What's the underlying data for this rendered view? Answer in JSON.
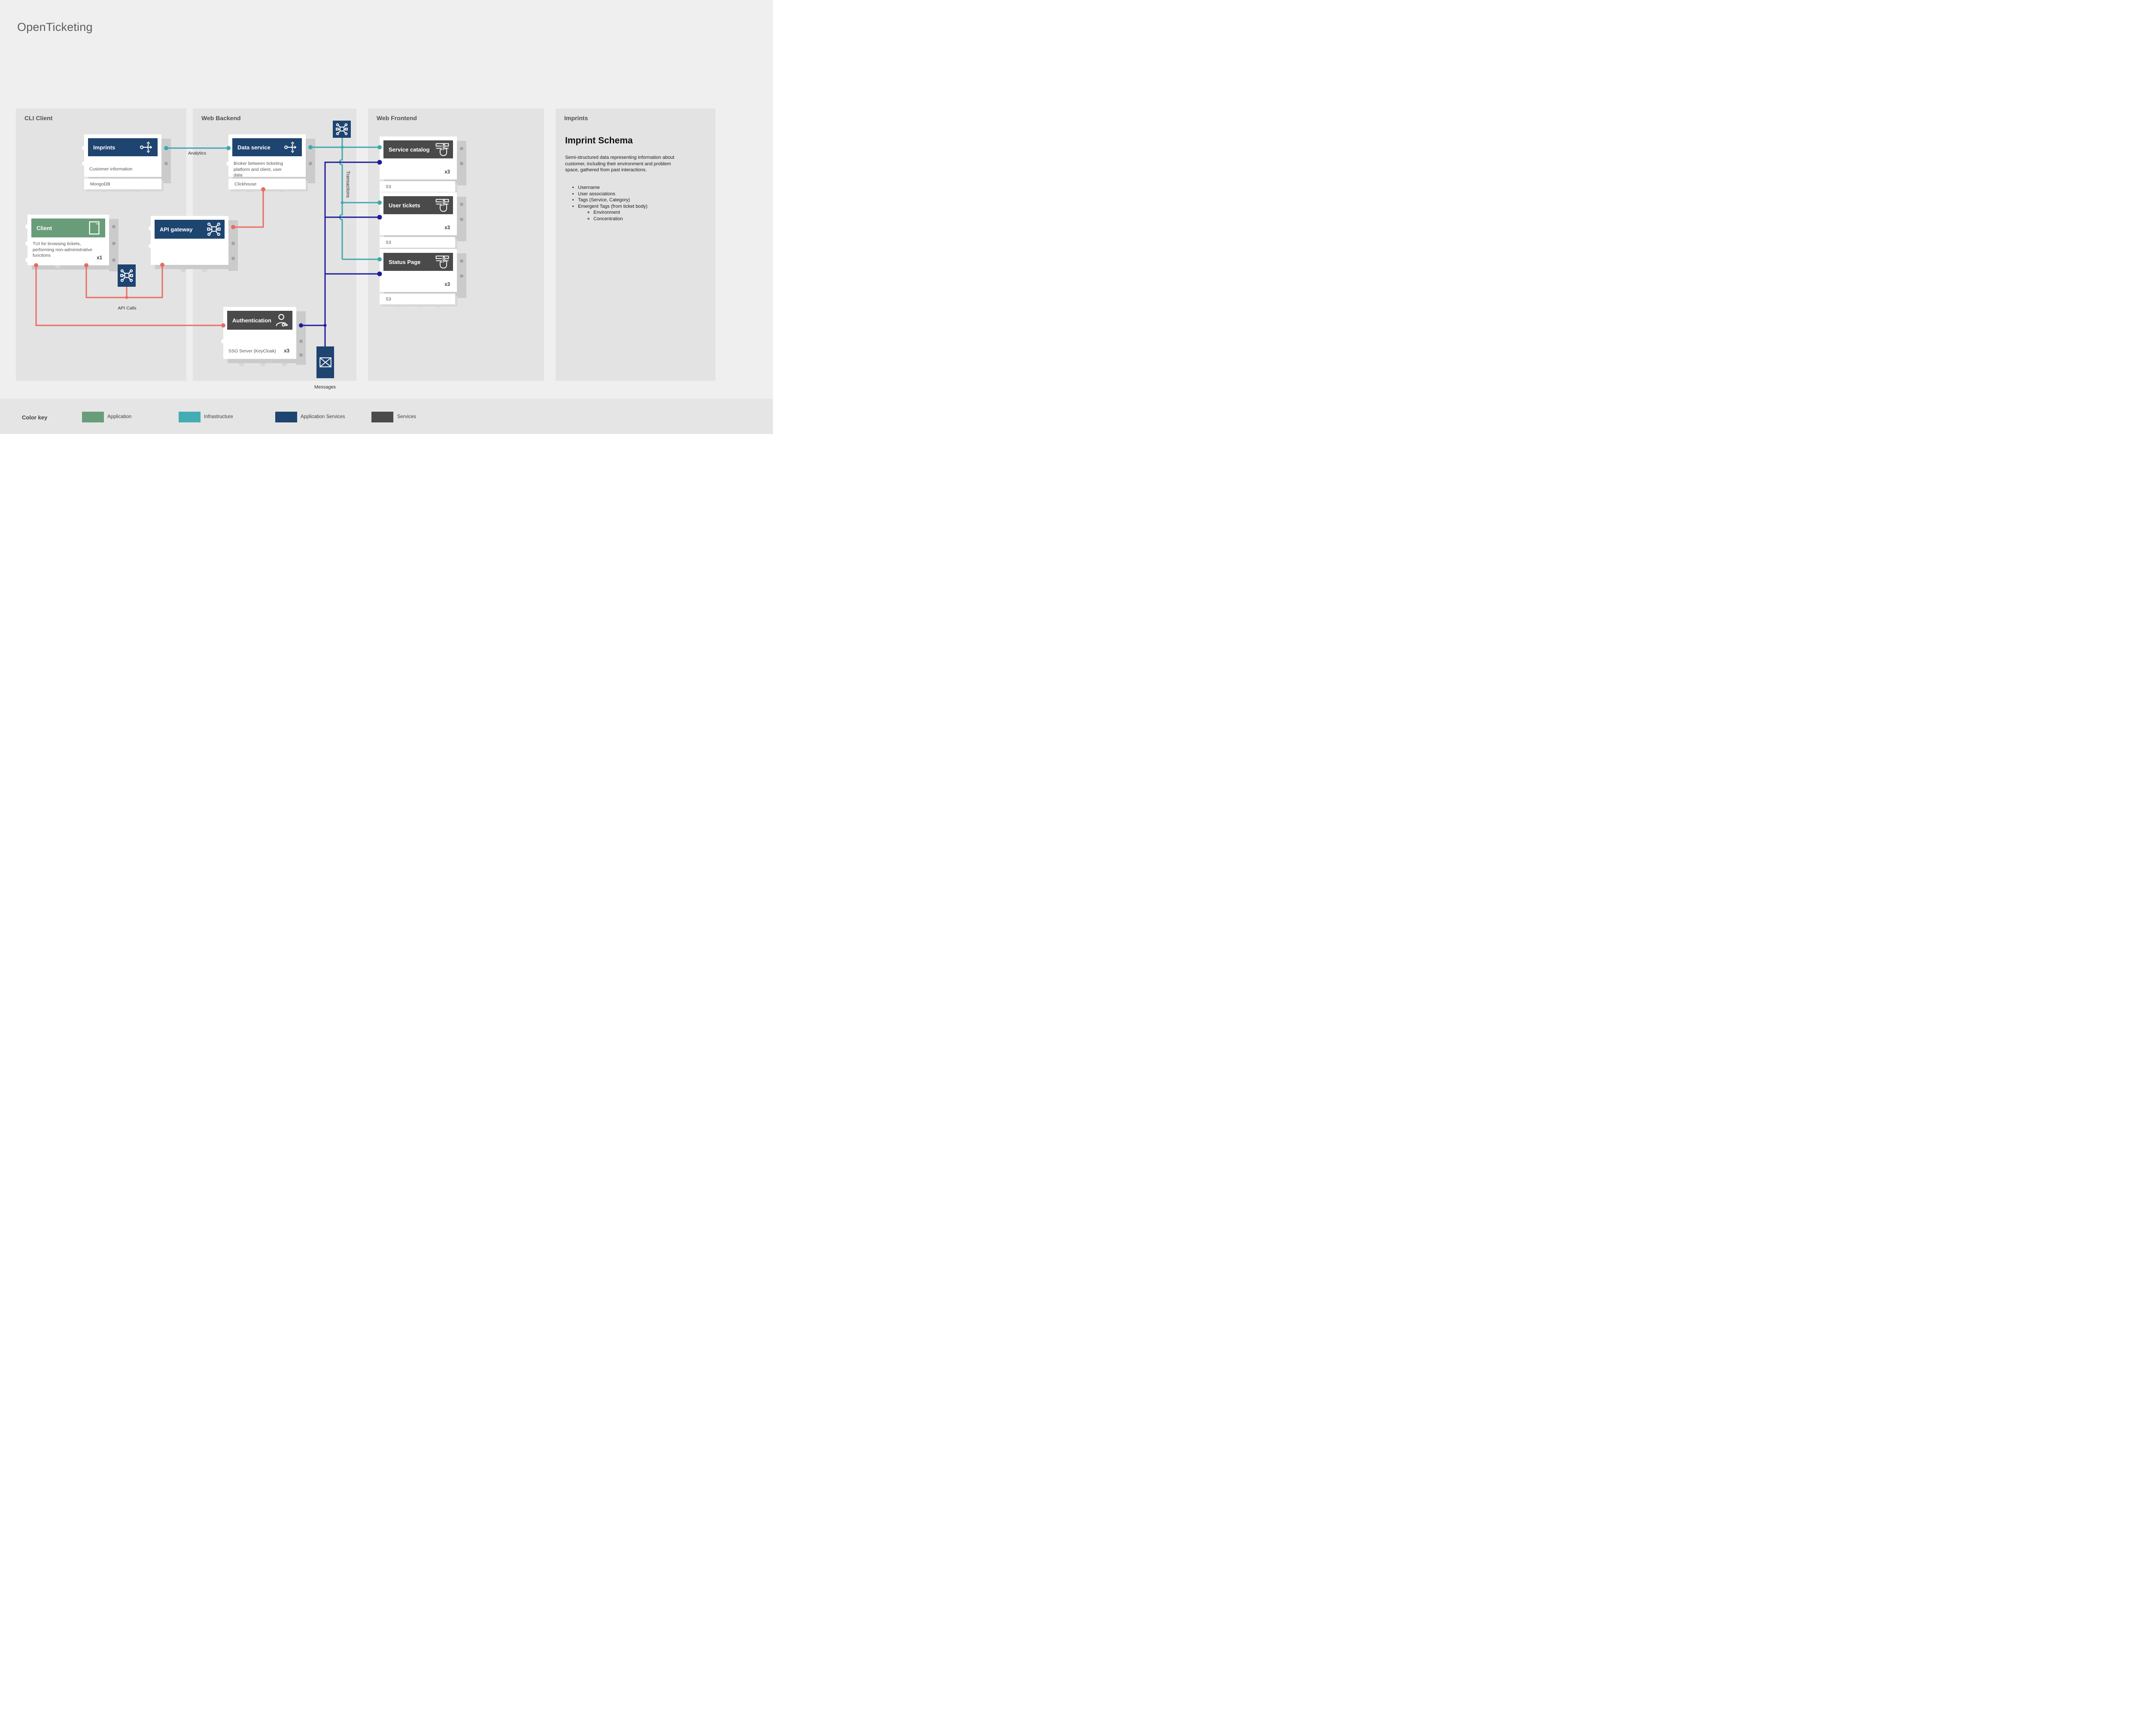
{
  "title": "OpenTicketing",
  "colors": {
    "page-bg": "#f0efef",
    "band-bg": "#e6e5e5",
    "group-bg": "#e4e3e3",
    "card-bg": "#ffffff",
    "navy": "#1e4470",
    "service-gray": "#4a4a4a",
    "green": "#699d79",
    "teal": "#3faaae",
    "teal-swatch": "#44adb3",
    "navy-line": "#1b1e9c",
    "salmon": "#e86c60",
    "strip": "#cccbcb",
    "dot": "#a3a3a3",
    "shadow": "#d8d7d7",
    "text-dark": "#1c1c1c",
    "text-gray": "#555555",
    "label-gray": "#4f4f4f",
    "title-gray": "#5d5d5d"
  },
  "groups": {
    "cli": {
      "label": "CLI Client"
    },
    "backend": {
      "label": "Web Backend"
    },
    "frontend": {
      "label": "Web Frontend"
    },
    "imprints": {
      "label": "Imprints"
    }
  },
  "boxes": {
    "imprints": {
      "title": "Imprints",
      "subtitle": "Customer information",
      "sub_card": "MongoDB"
    },
    "data_service": {
      "title": "Data service",
      "description": "Broker between ticketing platform and client, user data",
      "sub_card": "Clickhouse"
    },
    "client": {
      "title": "Client",
      "description": "TUI for browsing tickets, performing non-administrative functions",
      "count": "x1"
    },
    "api_gateway": {
      "title": "API gateway"
    },
    "authentication": {
      "title": "Authentication",
      "subtitle": "SSO Server (KeyCloak)",
      "count": "x3"
    },
    "service_catalog": {
      "title": "Service catalog",
      "count": "x3",
      "sub_card": "S3"
    },
    "user_tickets": {
      "title": "User tickets",
      "count": "x3",
      "sub_card": "S3"
    },
    "status_page": {
      "title": "Status Page",
      "count": "x3",
      "sub_card": "S3"
    }
  },
  "connection_labels": {
    "analytics": "Analytics",
    "api_calls": "API Calls",
    "transactions": "Transactions",
    "messages": "Messages"
  },
  "legend": {
    "title": "Color key",
    "items": [
      {
        "label": "Application",
        "color": "#699d79"
      },
      {
        "label": "Infrastructure",
        "color": "#44adb3"
      },
      {
        "label": "Application Services",
        "color": "#1e4470"
      },
      {
        "label": "Services",
        "color": "#4a4a4a"
      }
    ]
  },
  "imprint_panel": {
    "heading": "Imprint Schema",
    "paragraph": "Semi-structured data representing information about customer, including their environment and problem space, gathered from past interactions.",
    "bullets": [
      "Username",
      "User associations",
      "Tags (Service, Category)",
      "Emergent Tags (from ticket body)"
    ],
    "sub_bullets": [
      "Environment",
      "Concentration"
    ]
  }
}
